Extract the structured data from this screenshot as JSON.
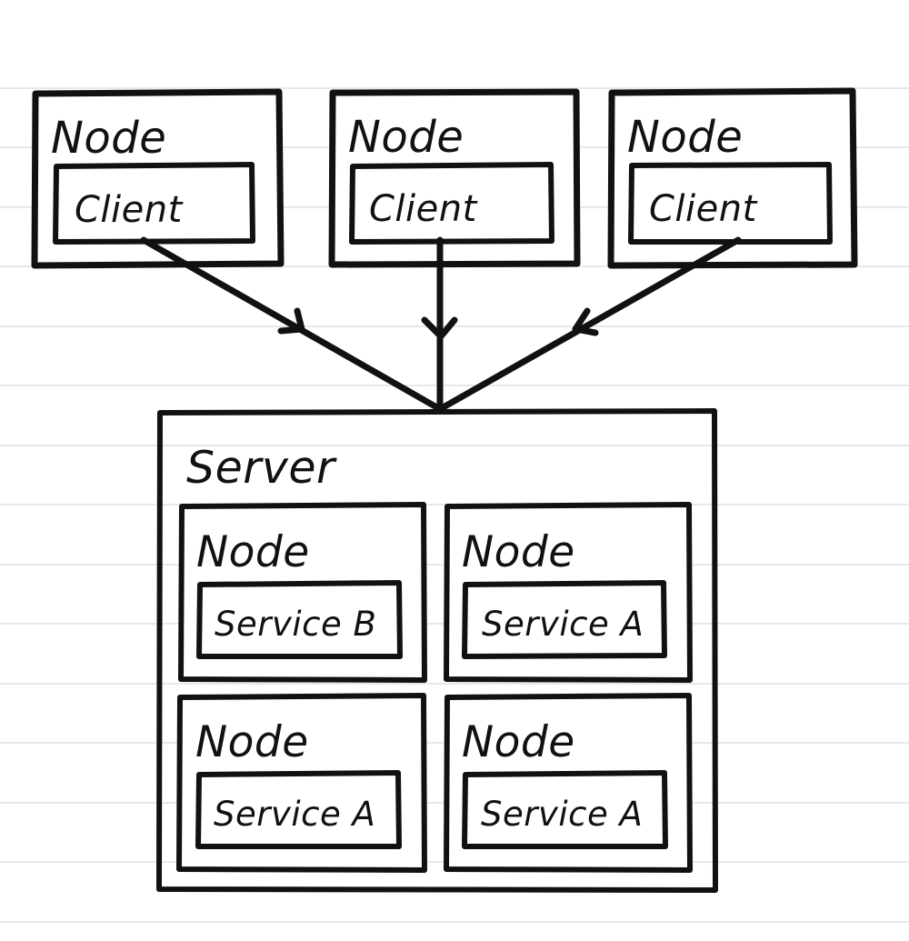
{
  "diagram": {
    "title_text": "Server",
    "style": "hand-drawn lined paper architecture diagram",
    "colors": {
      "stroke": "#111111",
      "background": "#ffffff",
      "rule_line": "#e8e8e8"
    },
    "clients": [
      {
        "node_label": "Node",
        "service_label": "Client"
      },
      {
        "node_label": "Node",
        "service_label": "Client"
      },
      {
        "node_label": "Node",
        "service_label": "Client"
      }
    ],
    "server": {
      "label": "Server",
      "nodes": [
        {
          "node_label": "Node",
          "service_label": "Service B"
        },
        {
          "node_label": "Node",
          "service_label": "Service A"
        },
        {
          "node_label": "Node",
          "service_label": "Service A"
        },
        {
          "node_label": "Node",
          "service_label": "Service A"
        }
      ]
    },
    "connections": [
      {
        "from": "client-node-1",
        "to": "server",
        "arrow": "arrow-head"
      },
      {
        "from": "client-node-2",
        "to": "server",
        "arrow": "arrow-head"
      },
      {
        "from": "client-node-3",
        "to": "server",
        "arrow": "arrow-head"
      }
    ]
  }
}
